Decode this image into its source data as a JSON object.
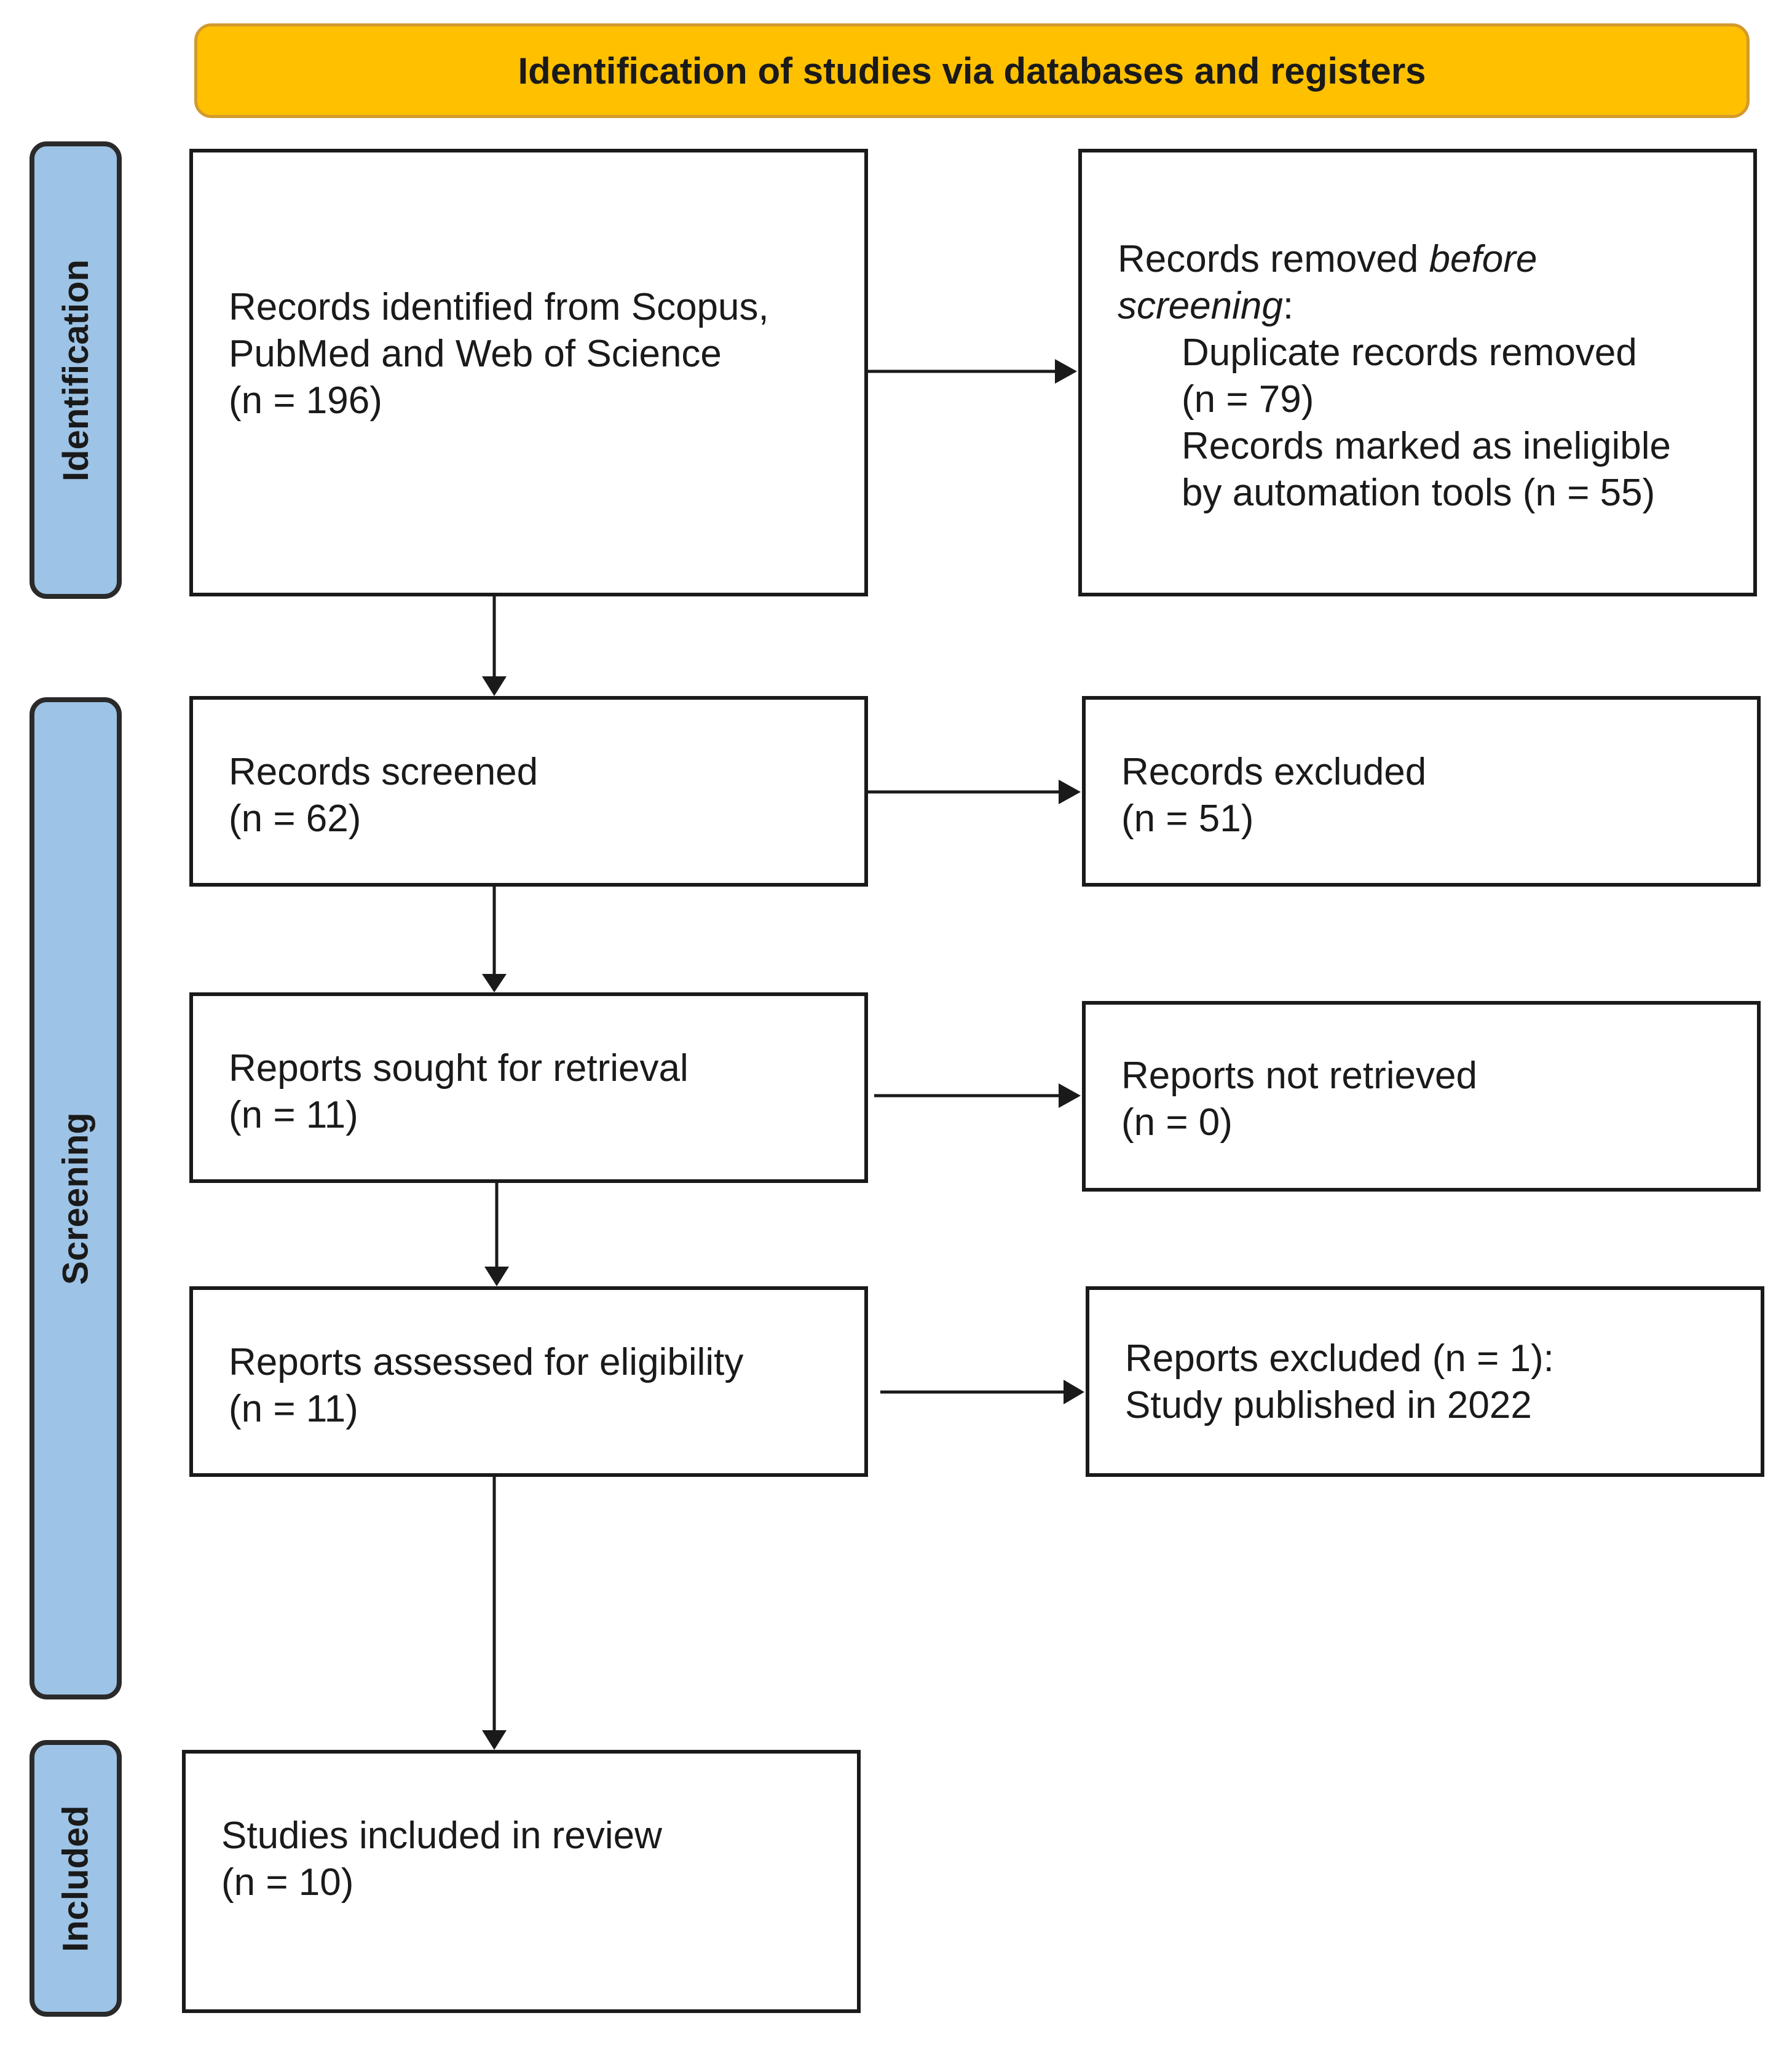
{
  "header": {
    "title": "Identification of studies via databases and registers"
  },
  "phases": {
    "identification": "Identification",
    "screening": "Screening",
    "included": "Included"
  },
  "boxes": {
    "identified": {
      "line1": "Records identified from Scopus,",
      "line2": "PubMed and Web of Science",
      "line3": "(n = 196)"
    },
    "removed": {
      "heading_plain": "Records removed ",
      "heading_italic": "before",
      "heading_italic2": "screening",
      "heading_colon": ":",
      "item1_line1": "Duplicate records removed",
      "item1_line2": "(n = 79)",
      "item2_line1": "Records marked as ineligible",
      "item2_line2": "by automation tools (n = 55)"
    },
    "screened": {
      "line1": "Records screened",
      "line2": "(n = 62)"
    },
    "excluded": {
      "line1": "Records excluded",
      "line2": "(n = 51)"
    },
    "sought": {
      "line1": "Reports sought for retrieval",
      "line2": "(n = 11)"
    },
    "not_retrieved": {
      "line1": "Reports not retrieved",
      "line2": "(n = 0)"
    },
    "assessed": {
      "line1": "Reports assessed for eligibility",
      "line2": "(n = 11)"
    },
    "reports_excluded": {
      "line1": "Reports excluded (n = 1):",
      "line2": "Study published in 2022"
    },
    "included": {
      "line1": "Studies included in review",
      "line2": "(n = 10)"
    }
  }
}
